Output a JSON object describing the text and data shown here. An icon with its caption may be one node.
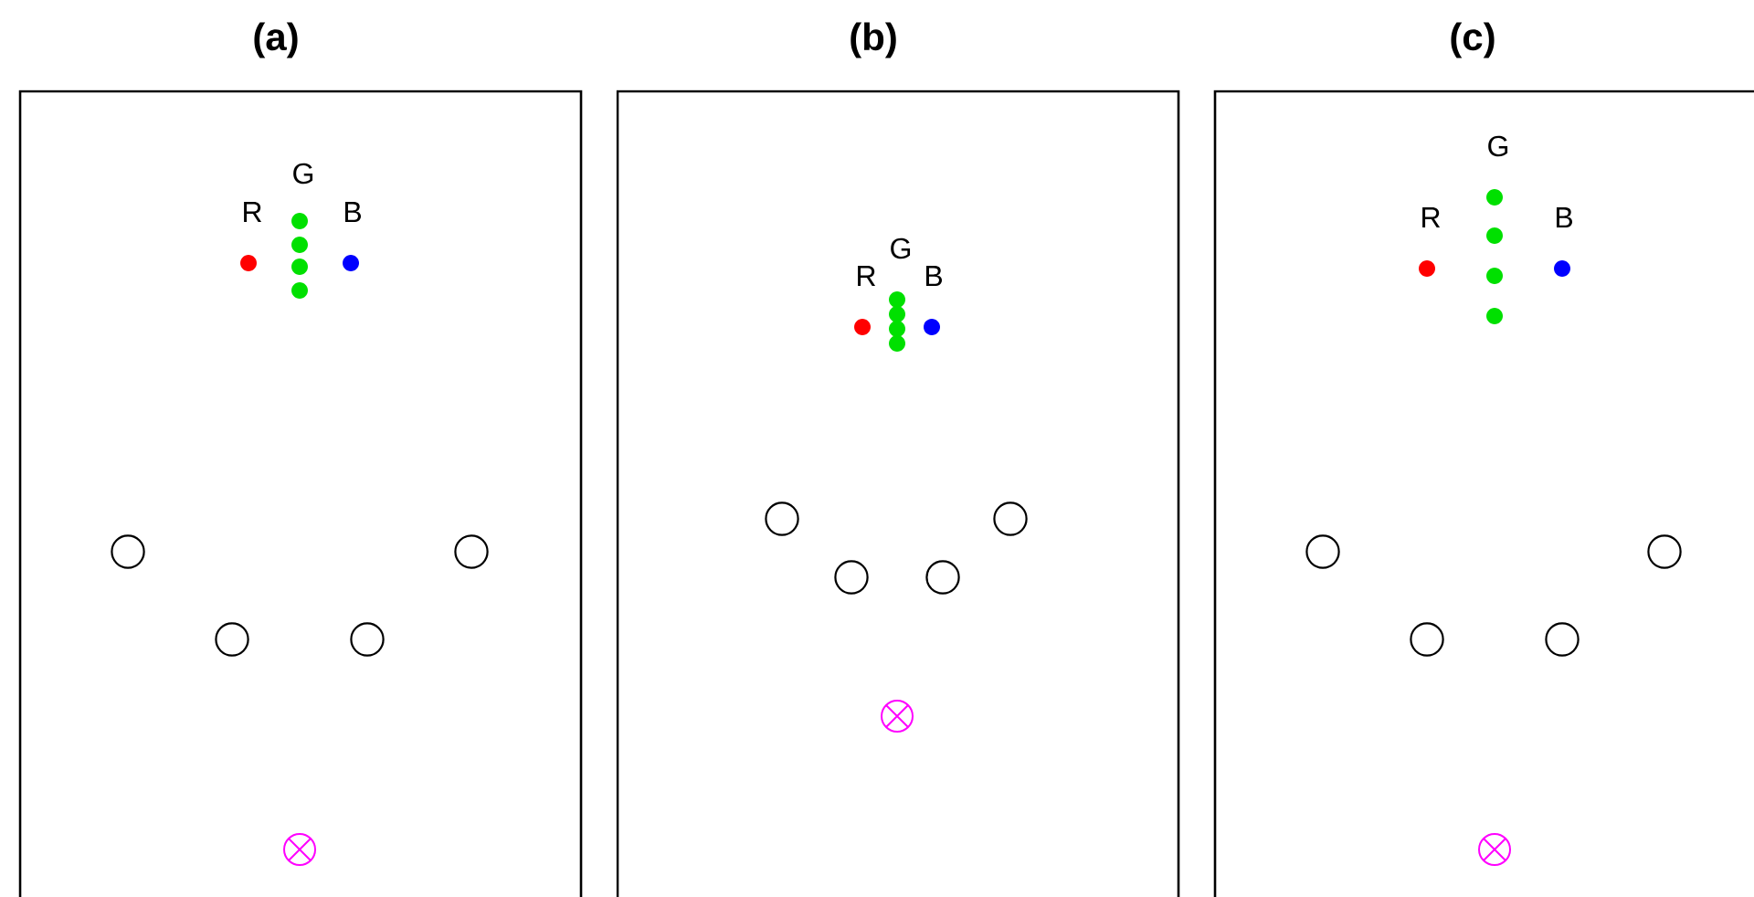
{
  "diagram": {
    "nodes": [
      {
        "text": [
          "(a)"
        ]
      },
      {
        "text": [
          "(b)"
        ]
      },
      {
        "text": [
          "(c)"
        ]
      }
    ],
    "labels": [
      "G",
      "R",
      "B",
      "G",
      "R",
      "B",
      "G",
      "R",
      "B"
    ]
  }
}
